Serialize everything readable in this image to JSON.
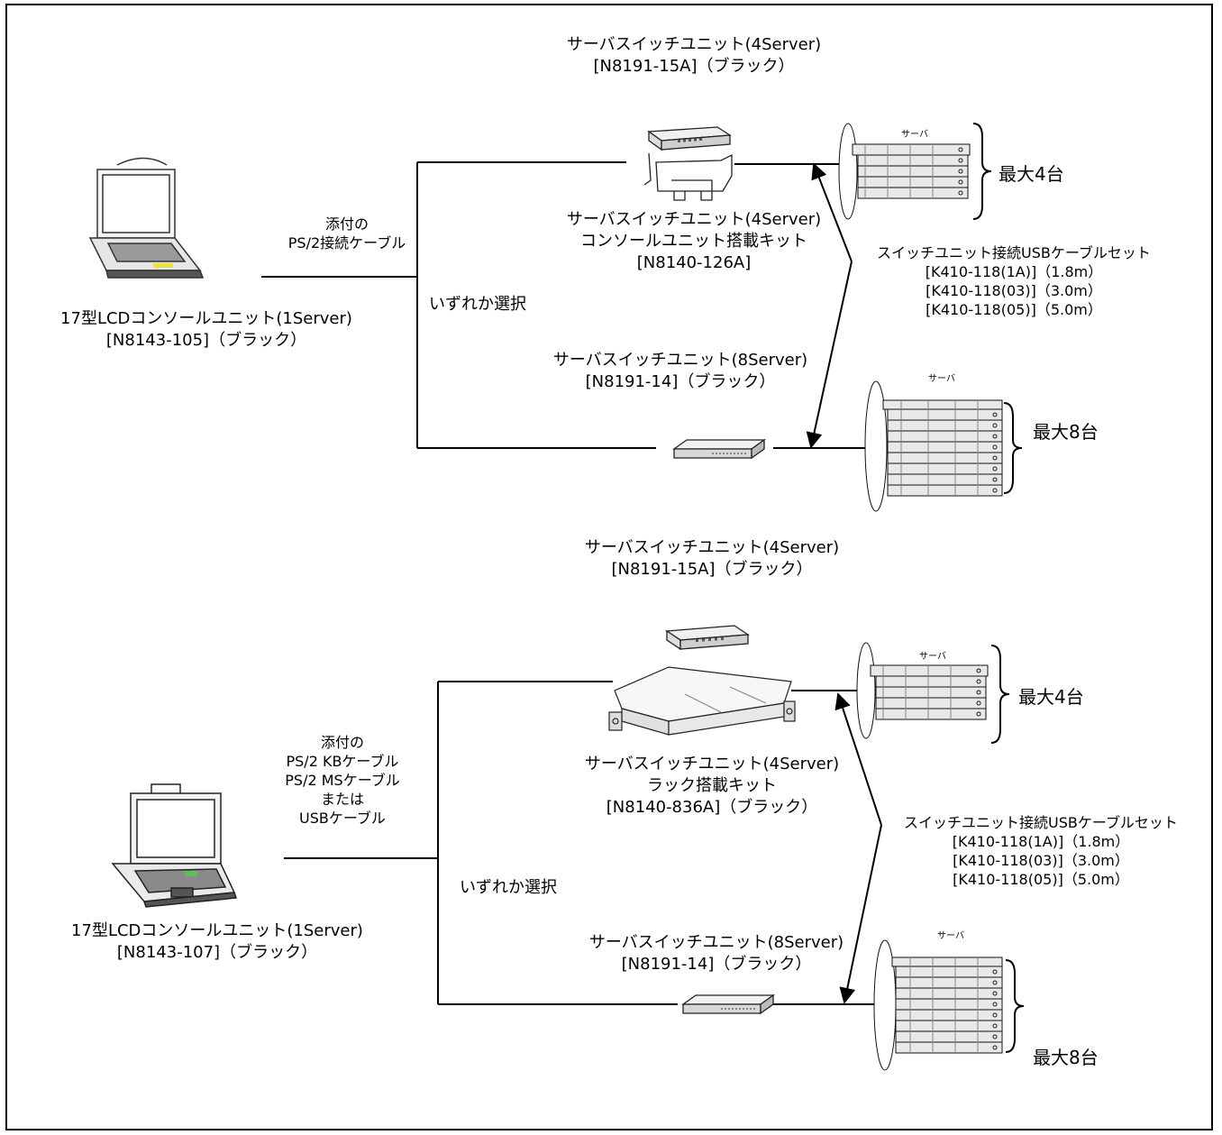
{
  "diagram": {
    "top": {
      "switch4_title": "サーバスイッチユニット(4Server)\n[N8191-15A]（ブラック）",
      "kit_label": "サーバスイッチユニット(4Server)\nコンソールユニット搭載キット\n[N8140-126A]",
      "console_label": "17型LCDコンソールユニット(1Server)\n[N8143-105]（ブラック）",
      "cable_label": "添付の\nPS/2接続ケーブル",
      "select_label": "いずれか選択",
      "switch8_label": "サーバスイッチユニット(8Server)\n[N8191-14]（ブラック）",
      "usb_set_label": "スイッチユニット接続USBケーブルセット\n[K410-118(1A)]（1.8m）\n[K410-118(03)]（3.0m）\n[K410-118(05)]（5.0m）",
      "server_label_a": "サーバ",
      "server_label_b": "サーバ",
      "max4": "最大4台",
      "max8": "最大8台"
    },
    "bottom": {
      "switch4_title": "サーバスイッチユニット(4Server)\n[N8191-15A]（ブラック）",
      "kit_label": "サーバスイッチユニット(4Server)\nラック搭載キット\n[N8140-836A]（ブラック）",
      "console_label": "17型LCDコンソールユニット(1Server)\n[N8143-107]（ブラック）",
      "cable_label": "添付の\nPS/2 KBケーブル\nPS/2 MSケーブル\nまたは\nUSBケーブル",
      "select_label": "いずれか選択",
      "switch8_label": "サーバスイッチユニット(8Server)\n[N8191-14]（ブラック）",
      "usb_set_label": "スイッチユニット接続USBケーブルセット\n[K410-118(1A)]（1.8m）\n[K410-118(03)]（3.0m）\n[K410-118(05)]（5.0m）",
      "server_label_a": "サーバ",
      "server_label_b": "サーバ",
      "max4": "最大4台",
      "max8": "最大8台"
    }
  }
}
